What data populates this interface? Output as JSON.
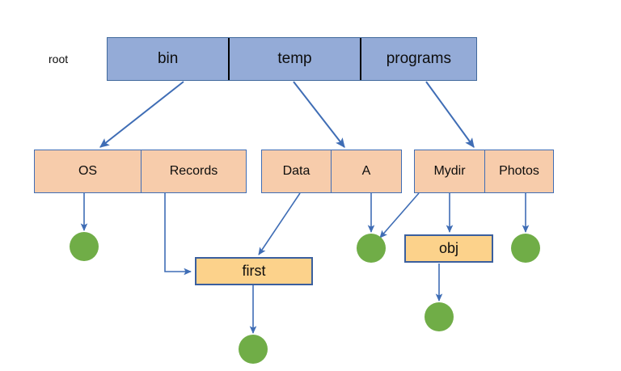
{
  "diagram": {
    "title": "file-system-directory-tree",
    "caption": {
      "root_label": "root"
    },
    "colors": {
      "root_fill": "#94abd7",
      "root_stroke": "#41699c",
      "dir_fill": "#f7ccab",
      "dir_stroke": "#3f6db5",
      "file_fill": "#fcd28b",
      "file_stroke": "#3a5f9e",
      "leaf_fill": "#70ad47",
      "edge_stroke": "#3f6db5",
      "background": "#ffffff"
    },
    "root_row": {
      "cells": [
        {
          "label": "bin"
        },
        {
          "label": "temp"
        },
        {
          "label": "programs"
        }
      ]
    },
    "dir_groups": [
      {
        "name": "bin-children",
        "cells": [
          {
            "label": "OS"
          },
          {
            "label": "Records"
          }
        ]
      },
      {
        "name": "temp-children",
        "cells": [
          {
            "label": "Data"
          },
          {
            "label": "A"
          }
        ]
      },
      {
        "name": "programs-children",
        "cells": [
          {
            "label": "Mydir"
          },
          {
            "label": "Photos"
          }
        ]
      }
    ],
    "file_boxes": [
      {
        "name": "first",
        "label": "first"
      },
      {
        "name": "obj",
        "label": "obj"
      }
    ],
    "leaf_nodes": [
      {
        "name": "leaf-os"
      },
      {
        "name": "leaf-a"
      },
      {
        "name": "leaf-photos"
      },
      {
        "name": "leaf-obj"
      },
      {
        "name": "leaf-first"
      }
    ],
    "edges": [
      {
        "from": "bin",
        "to": "OS"
      },
      {
        "from": "temp",
        "to": "A"
      },
      {
        "from": "programs",
        "to": "Mydir"
      },
      {
        "from": "OS",
        "to": "leaf-os"
      },
      {
        "from": "Records",
        "to": "first"
      },
      {
        "from": "Data",
        "to": "first"
      },
      {
        "from": "A",
        "to": "leaf-a"
      },
      {
        "from": "Mydir",
        "to": "leaf-a"
      },
      {
        "from": "Mydir",
        "to": "obj"
      },
      {
        "from": "Photos",
        "to": "leaf-photos"
      },
      {
        "from": "obj",
        "to": "leaf-obj"
      },
      {
        "from": "first",
        "to": "leaf-first"
      }
    ]
  }
}
